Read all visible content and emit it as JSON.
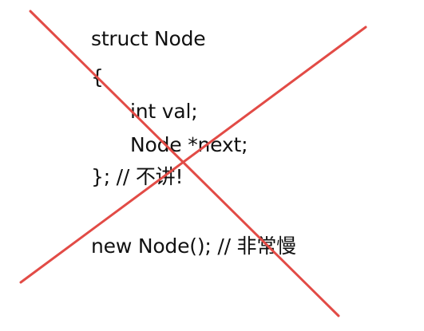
{
  "code": {
    "lines": [
      "struct Node",
      "{",
      "int val;",
      "Node *next;",
      "}; // 不讲!",
      "new Node(); // 非常慢"
    ]
  },
  "colors": {
    "text": "#111111",
    "cross": "#e24b46",
    "background": "#ffffff"
  },
  "icons": {
    "cross": "red-x-icon"
  }
}
